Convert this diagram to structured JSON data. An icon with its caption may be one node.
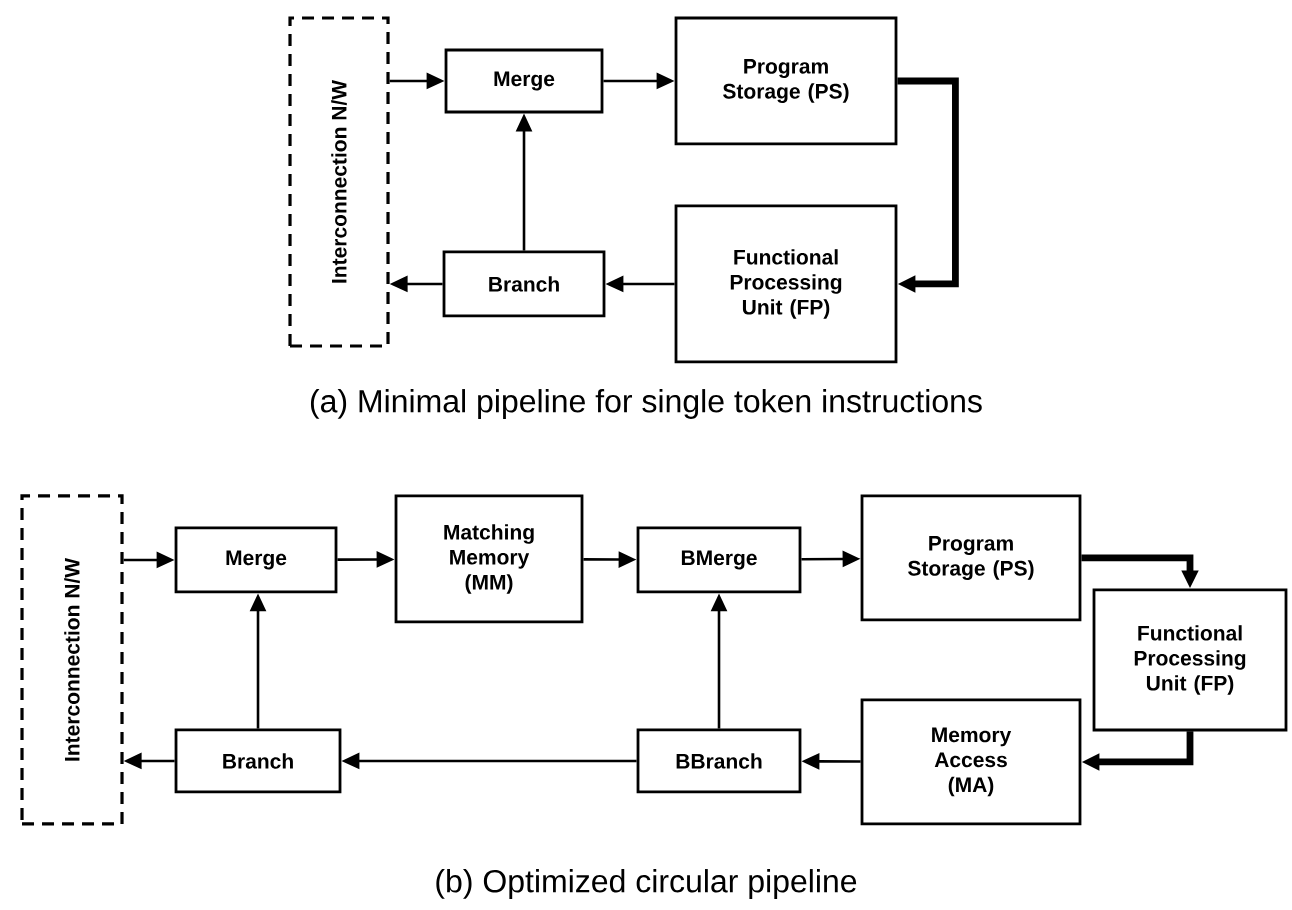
{
  "diagram": {
    "nodes": [
      {
        "text": [
          "Interconnection N/W"
        ]
      },
      {
        "text": [
          "Merge"
        ]
      },
      {
        "text": [
          "Program Storage (PS)"
        ]
      },
      {
        "text": [
          "Functional Processing Unit (FP)"
        ]
      },
      {
        "text": [
          "Branch"
        ]
      },
      {
        "text": [
          "Interconnection N/W"
        ]
      },
      {
        "text": [
          "Merge"
        ]
      },
      {
        "text": [
          "Matching Memory (MM)"
        ]
      },
      {
        "text": [
          "BMerge"
        ]
      },
      {
        "text": [
          "Program Storage (PS)"
        ]
      },
      {
        "text": [
          "Functional Processing Unit (FP)"
        ]
      },
      {
        "text": [
          "Memory Access (MA)"
        ]
      },
      {
        "text": [
          "BBranch"
        ]
      },
      {
        "text": [
          "Branch"
        ]
      }
    ],
    "edges": [
      {
        "from": 0,
        "to": 1,
        "arrow": "to"
      },
      {
        "from": 1,
        "to": 2,
        "arrow": "to"
      },
      {
        "from": 2,
        "to": 3,
        "arrow": "to",
        "style": "thick"
      },
      {
        "from": 3,
        "to": 4,
        "arrow": "to"
      },
      {
        "from": 4,
        "to": 1,
        "arrow": "to"
      },
      {
        "from": 4,
        "to": 0,
        "arrow": "to"
      },
      {
        "from": 5,
        "to": 6,
        "arrow": "to"
      },
      {
        "from": 6,
        "to": 7,
        "arrow": "to"
      },
      {
        "from": 7,
        "to": 8,
        "arrow": "to"
      },
      {
        "from": 8,
        "to": 9,
        "arrow": "to"
      },
      {
        "from": 9,
        "to": 10,
        "arrow": "to",
        "style": "thick"
      },
      {
        "from": 10,
        "to": 11,
        "arrow": "to",
        "style": "thick"
      },
      {
        "from": 11,
        "to": 12,
        "arrow": "to"
      },
      {
        "from": 12,
        "to": 13,
        "arrow": "to"
      },
      {
        "from": 12,
        "to": 8,
        "arrow": "to"
      },
      {
        "from": 13,
        "to": 6,
        "arrow": "to"
      },
      {
        "from": 13,
        "to": 5,
        "arrow": "to"
      }
    ],
    "labels": [
      "(a) Minimal pipeline for single token instructions",
      "(b) Optimized circular pipeline"
    ]
  }
}
